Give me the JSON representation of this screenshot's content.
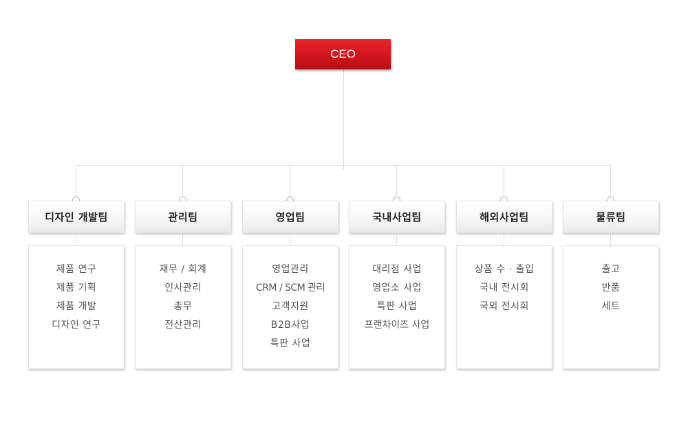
{
  "ceo": {
    "label": "CEO"
  },
  "departments": [
    {
      "name": "디자인 개발팀",
      "items": [
        "제품 연구",
        "제품 기획",
        "제품 개발",
        "디자인 연구"
      ]
    },
    {
      "name": "관리팀",
      "items": [
        "재무 / 회계",
        "인사관리",
        "총무",
        "전산관리"
      ]
    },
    {
      "name": "영업팀",
      "items": [
        "영업관리",
        "CRM / SCM 관리",
        "고객지원",
        "B2B사업",
        "특판 사업"
      ]
    },
    {
      "name": "국내사업팀",
      "items": [
        "대리점 사업",
        "영업소 사업",
        "특판 사업",
        "프랜차이즈 사업"
      ]
    },
    {
      "name": "해외사업팀",
      "items": [
        "상품 수 · 출입",
        "국내 전시회",
        "국외 전시회"
      ]
    },
    {
      "name": "물류팀",
      "items": [
        "출고",
        "반품",
        "세트"
      ]
    }
  ]
}
